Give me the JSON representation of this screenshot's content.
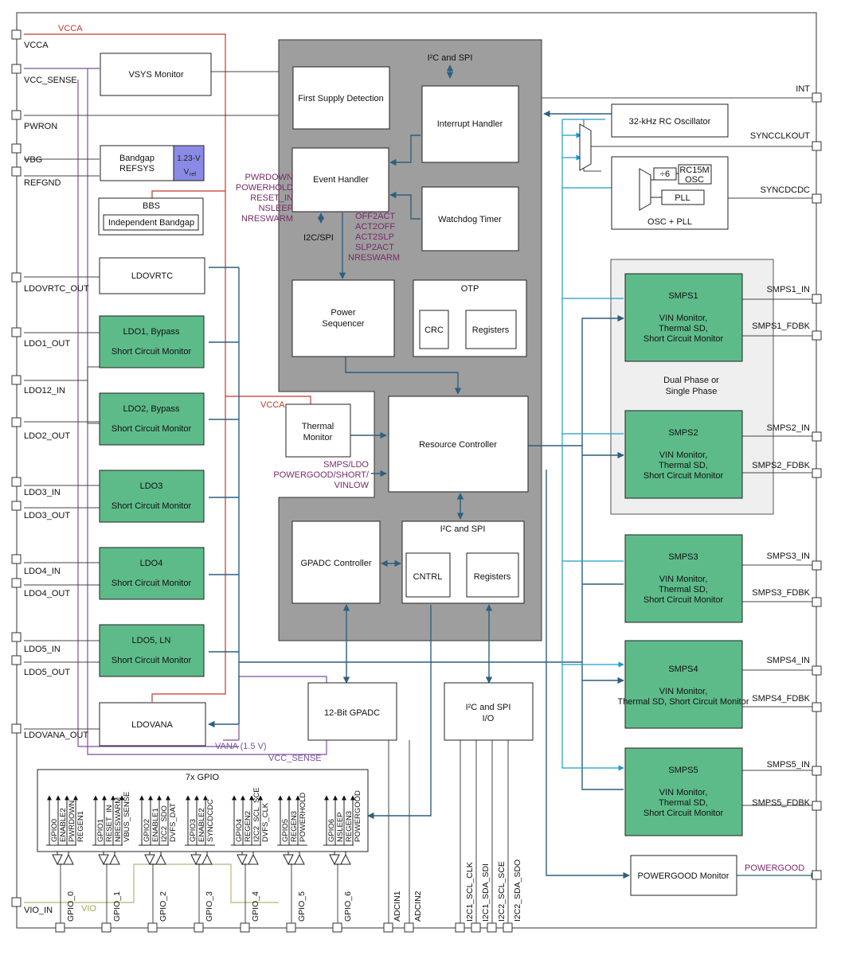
{
  "colors": {
    "green_block": "#5dbb8a",
    "gray_area": "#9e9e9e",
    "light_gray": "#efefef",
    "blue_line": "#2f5f7f",
    "cyan_line": "#1f9bc9",
    "red_line": "#c0392b",
    "purple_line": "#7b4f9e",
    "olive_line": "#b8b37a",
    "vref_box": "#8a8ae6"
  },
  "pins_left": {
    "vcca": "VCCA",
    "vcc_sense": "VCC_SENSE",
    "pwron": "PWRON",
    "vbg": "VBG",
    "refgnd": "REFGND",
    "ldovrtc_out": "LDOVRTC_OUT",
    "ldo1_out": "LDO1_OUT",
    "ldo12_in": "LDO12_IN",
    "ldo2_out": "LDO2_OUT",
    "ldo3_in": "LDO3_IN",
    "ldo3_out": "LDO3_OUT",
    "ldo4_in": "LDO4_IN",
    "ldo4_out": "LDO4_OUT",
    "ldo5_in": "LDO5_IN",
    "ldo5_out": "LDO5_OUT",
    "ldovana_out": "LDOVANA_OUT",
    "vio_in": "VIO_IN"
  },
  "pins_right": {
    "int": "INT",
    "syncclkout": "SYNCCLKOUT",
    "syncdcdc": "SYNCDCDC",
    "smps1_in": "SMPS1_IN",
    "smps1_fdbk": "SMPS1_FDBK",
    "smps2_in": "SMPS2_IN",
    "smps2_fdbk": "SMPS2_FDBK",
    "smps3_in": "SMPS3_IN",
    "smps3_fdbk": "SMPS3_FDBK",
    "smps4_in": "SMPS4_IN",
    "smps4_fdbk": "SMPS4_FDBK",
    "smps5_in": "SMPS5_IN",
    "smps5_fdbk": "SMPS5_FDBK",
    "powergood": "POWERGOOD"
  },
  "pins_bottom": {
    "gpio": [
      "GPIO_0",
      "GPIO_1",
      "GPIO_2",
      "GPIO_3",
      "GPIO_4",
      "GPIO_5",
      "GPIO_6"
    ],
    "adc": [
      "ADCIN1",
      "ADCIN2"
    ],
    "i2c": [
      "I2C1_SCL_CLK",
      "I2C1_SDA_SDI",
      "I2C2_SCL_SCE",
      "I2C2_SDA_SDO"
    ]
  },
  "nets": {
    "vcca_top": "VCCA",
    "vcca_mid": "VCCA",
    "vana": "VANA (1.5 V)",
    "vcc_sense": "VCC_SENSE",
    "vio": "VIO"
  },
  "blocks": {
    "vsys_monitor": "VSYS Monitor",
    "bandgap_1": "Bandgap",
    "bandgap_2": "REFSYS",
    "vref_1": "1.23-V",
    "vref_2": "V",
    "vref_sub": "ref",
    "bbs": "BBS",
    "independent_bandgap": "Independent Bandgap",
    "ldovrtc": "LDOVRTC",
    "ldo1_title": "LDO1, Bypass",
    "ldo2_title": "LDO2, Bypass",
    "ldo3_title": "LDO3",
    "ldo4_title": "LDO4",
    "ldo5_title": "LDO5, LN",
    "short_circuit": "Short Circuit Monitor",
    "ldovana": "LDOVANA",
    "first_supply_1": "First Supply Detection",
    "interrupt_handler": "Interrupt Handler",
    "event_handler": "Event Handler",
    "watchdog_timer": "Watchdog Timer",
    "power_seq_1": "Power",
    "power_seq_2": "Sequencer",
    "otp": "OTP",
    "crc": "CRC",
    "registers": "Registers",
    "thermal_1": "Thermal",
    "thermal_2": "Monitor",
    "resource_controller": "Resource Controller",
    "gpadc_controller": "GPADC Controller",
    "i2c_spi_inner": "I²C and SPI",
    "cntrl": "CNTRL",
    "registers2": "Registers",
    "gpadc_12bit": "12-Bit GPADC",
    "i2c_io_1": "I²C and SPI",
    "i2c_io_2": "I/O",
    "rc_osc": "32-kHz RC Oscillator",
    "div6": "÷6",
    "rc15m_1": "RC15M",
    "rc15m_2": "OSC",
    "pll": "PLL",
    "osc_pll": "OSC + PLL",
    "dual_phase_1": "Dual Phase or",
    "dual_phase_2": "Single Phase",
    "smps1": "SMPS1",
    "smps2": "SMPS2",
    "smps3": "SMPS3",
    "smps4": "SMPS4",
    "smps5": "SMPS5",
    "vin_monitor": "VIN Monitor,",
    "thermal_sd": "Thermal SD,",
    "short_circuit_monitor": "Short Circuit Monitor",
    "thermal_sd_sc": "Thermal SD, Short Circuit Monitor",
    "powergood_monitor": "POWERGOOD Monitor",
    "gpio_block": "7x GPIO"
  },
  "signals": {
    "i2c_spi_top": "I²C and SPI",
    "i2c_spi_left": "I2C/SPI",
    "ctrl_list": [
      "PWRDOWN",
      "POWERHOLD",
      "RESET_IN",
      "NSLEEP",
      "NRESWARM"
    ],
    "trans_list": [
      "OFF2ACT",
      "ACT2OFF",
      "ACT2SLP",
      "SLP2ACT",
      "NRESWARM"
    ],
    "smps_ldo_list": [
      "SMPS/LDO",
      "POWERGOOD/SHORT/",
      "VINLOW"
    ]
  },
  "gpio_signals": [
    [
      "GPIO0",
      "ENABLE2",
      "PWRDOWN",
      "REGEN1"
    ],
    [
      "GPIO1",
      "RESET_IN",
      "NRESWARM",
      "VBUS_SENSE"
    ],
    [
      "GPIO2",
      "ENABLE1",
      "I2C2_SDO",
      "DVFS_DAT"
    ],
    [
      "GPIO3",
      "ENABLE2",
      "SYNCDCDC"
    ],
    [
      "GPIO4",
      "REGEN2",
      "I2C2_SCL_SCE",
      "DVFS_CLK"
    ],
    [
      "GPIO5",
      "REGEN3",
      "POWERHOLD"
    ],
    [
      "GPIO6",
      "NSLEEP",
      "REGEN3",
      "POWERGOOD"
    ]
  ]
}
